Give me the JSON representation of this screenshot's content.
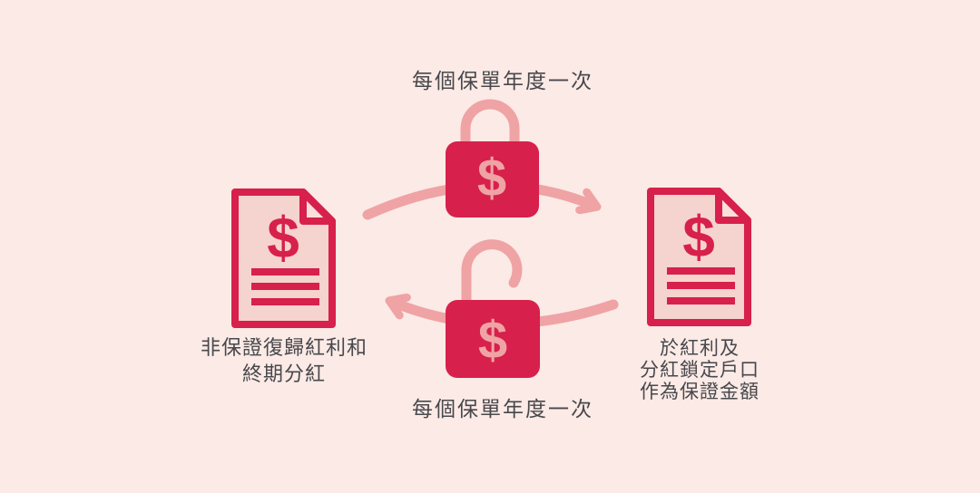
{
  "diagram": {
    "top_caption": "每個保單年度一次",
    "bottom_caption": "每個保單年度一次",
    "left_label": {
      "line1": "非保證復歸紅利和",
      "line2": "終期分紅"
    },
    "right_label": {
      "line1": "於紅利及",
      "line2": "分紅鎖定戶口",
      "line3": "作為保證金額"
    },
    "dollar_symbol": "$"
  },
  "icons": {
    "top_lock": "locked-padlock-icon",
    "bottom_lock": "unlocked-padlock-icon",
    "left_document": "dollar-document-icon",
    "right_document": "dollar-document-icon",
    "top_arrow": "curved-arrow-right-icon",
    "bottom_arrow": "curved-arrow-left-icon"
  },
  "colors": {
    "background": "#FBEAE6",
    "crimson": "#D7204C",
    "pink": "#EFA3A4",
    "doc_fill": "#F5D3CE",
    "fold_fill": "#FADFDA",
    "text": "#48484C"
  }
}
